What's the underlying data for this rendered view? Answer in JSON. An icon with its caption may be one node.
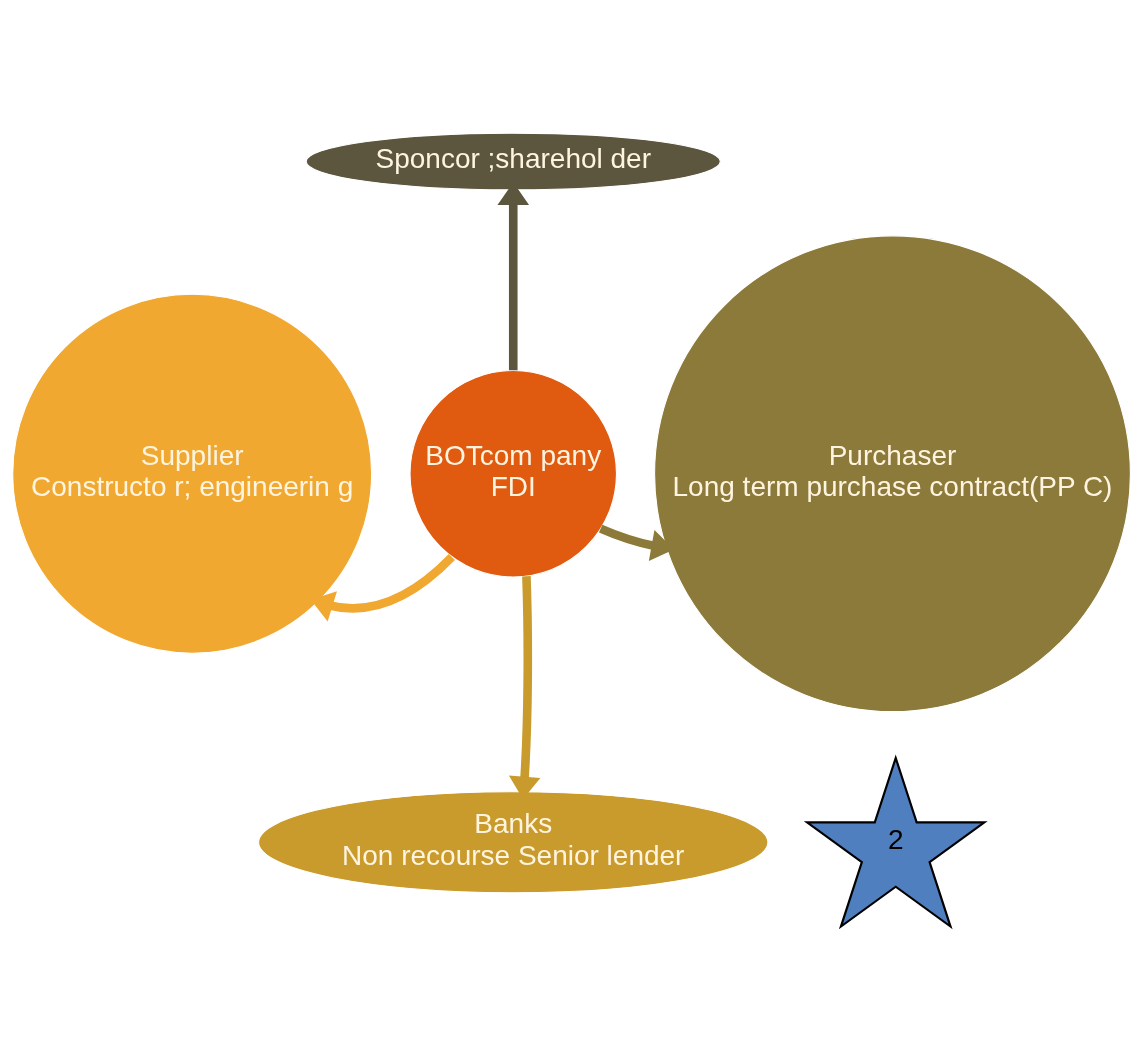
{
  "diagram": {
    "nodes": [
      {
        "text": [
          "BOTcom pany",
          "FDI"
        ]
      },
      {
        "text": [
          "Sponcor ;sharehol der"
        ]
      },
      {
        "text": [
          "Supplier",
          "Constructo r; engineerin g"
        ]
      },
      {
        "text": [
          "Purchaser",
          "Long term purchase contract(PP C)"
        ]
      },
      {
        "text": [
          "Banks",
          "Non recourse Senior lender"
        ]
      },
      {
        "text": [
          "2"
        ]
      }
    ],
    "edges": [
      {
        "from": 0,
        "to": 1,
        "arrow": "to",
        "color": "#5c563f"
      },
      {
        "from": 0,
        "to": 2,
        "arrow": "to",
        "color": "#f0a830"
      },
      {
        "from": 0,
        "to": 3,
        "arrow": "to",
        "color": "#8c7a3a"
      },
      {
        "from": 0,
        "to": 4,
        "arrow": "to",
        "color": "#c99a2c"
      }
    ]
  }
}
